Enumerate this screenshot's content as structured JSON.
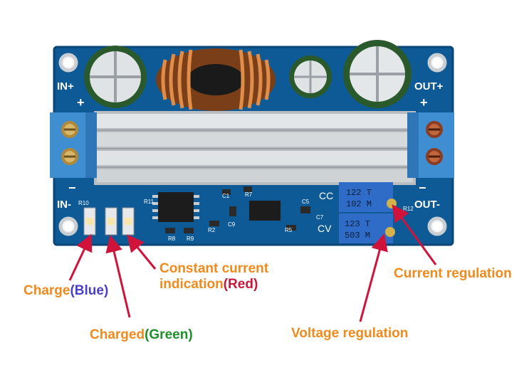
{
  "board": {
    "colors": {
      "pcb": "#0d5a96",
      "pcb_dark": "#0a4677",
      "heatsink": "#cfd3d6",
      "terminal": "#3f8ed2",
      "pot": "#2f6cc7",
      "copper": "#c06a2c",
      "arrow": "#d0133b"
    },
    "silk": {
      "in_plus": "IN+",
      "in_minus": "IN-",
      "out_plus": "OUT+",
      "out_minus": "OUT-",
      "plus": "+",
      "minus": "−",
      "cc": "CC",
      "cv": "CV",
      "r10": "R10",
      "r11": "R11",
      "r12": "R12",
      "r7": "R7",
      "r5": "R5",
      "r2": "R2",
      "r8": "R8",
      "r9": "R9",
      "c1": "C1",
      "c5": "C5",
      "c7": "C7",
      "c9": "C9"
    },
    "pots": {
      "top_line1": "122 T",
      "top_line2": "102 M",
      "bottom_line1": "123 T",
      "bottom_line2": "503 M"
    }
  },
  "labels": {
    "charge_text": "Charge",
    "charge_color": "(Blue)",
    "charged_text": "Charged",
    "charged_color": "(Green)",
    "cc_line1": "Constant current",
    "cc_line2": "indication",
    "cc_color": "(Red)",
    "current_regulation": "Current regulation",
    "voltage_regulation": "Voltage regulation"
  }
}
